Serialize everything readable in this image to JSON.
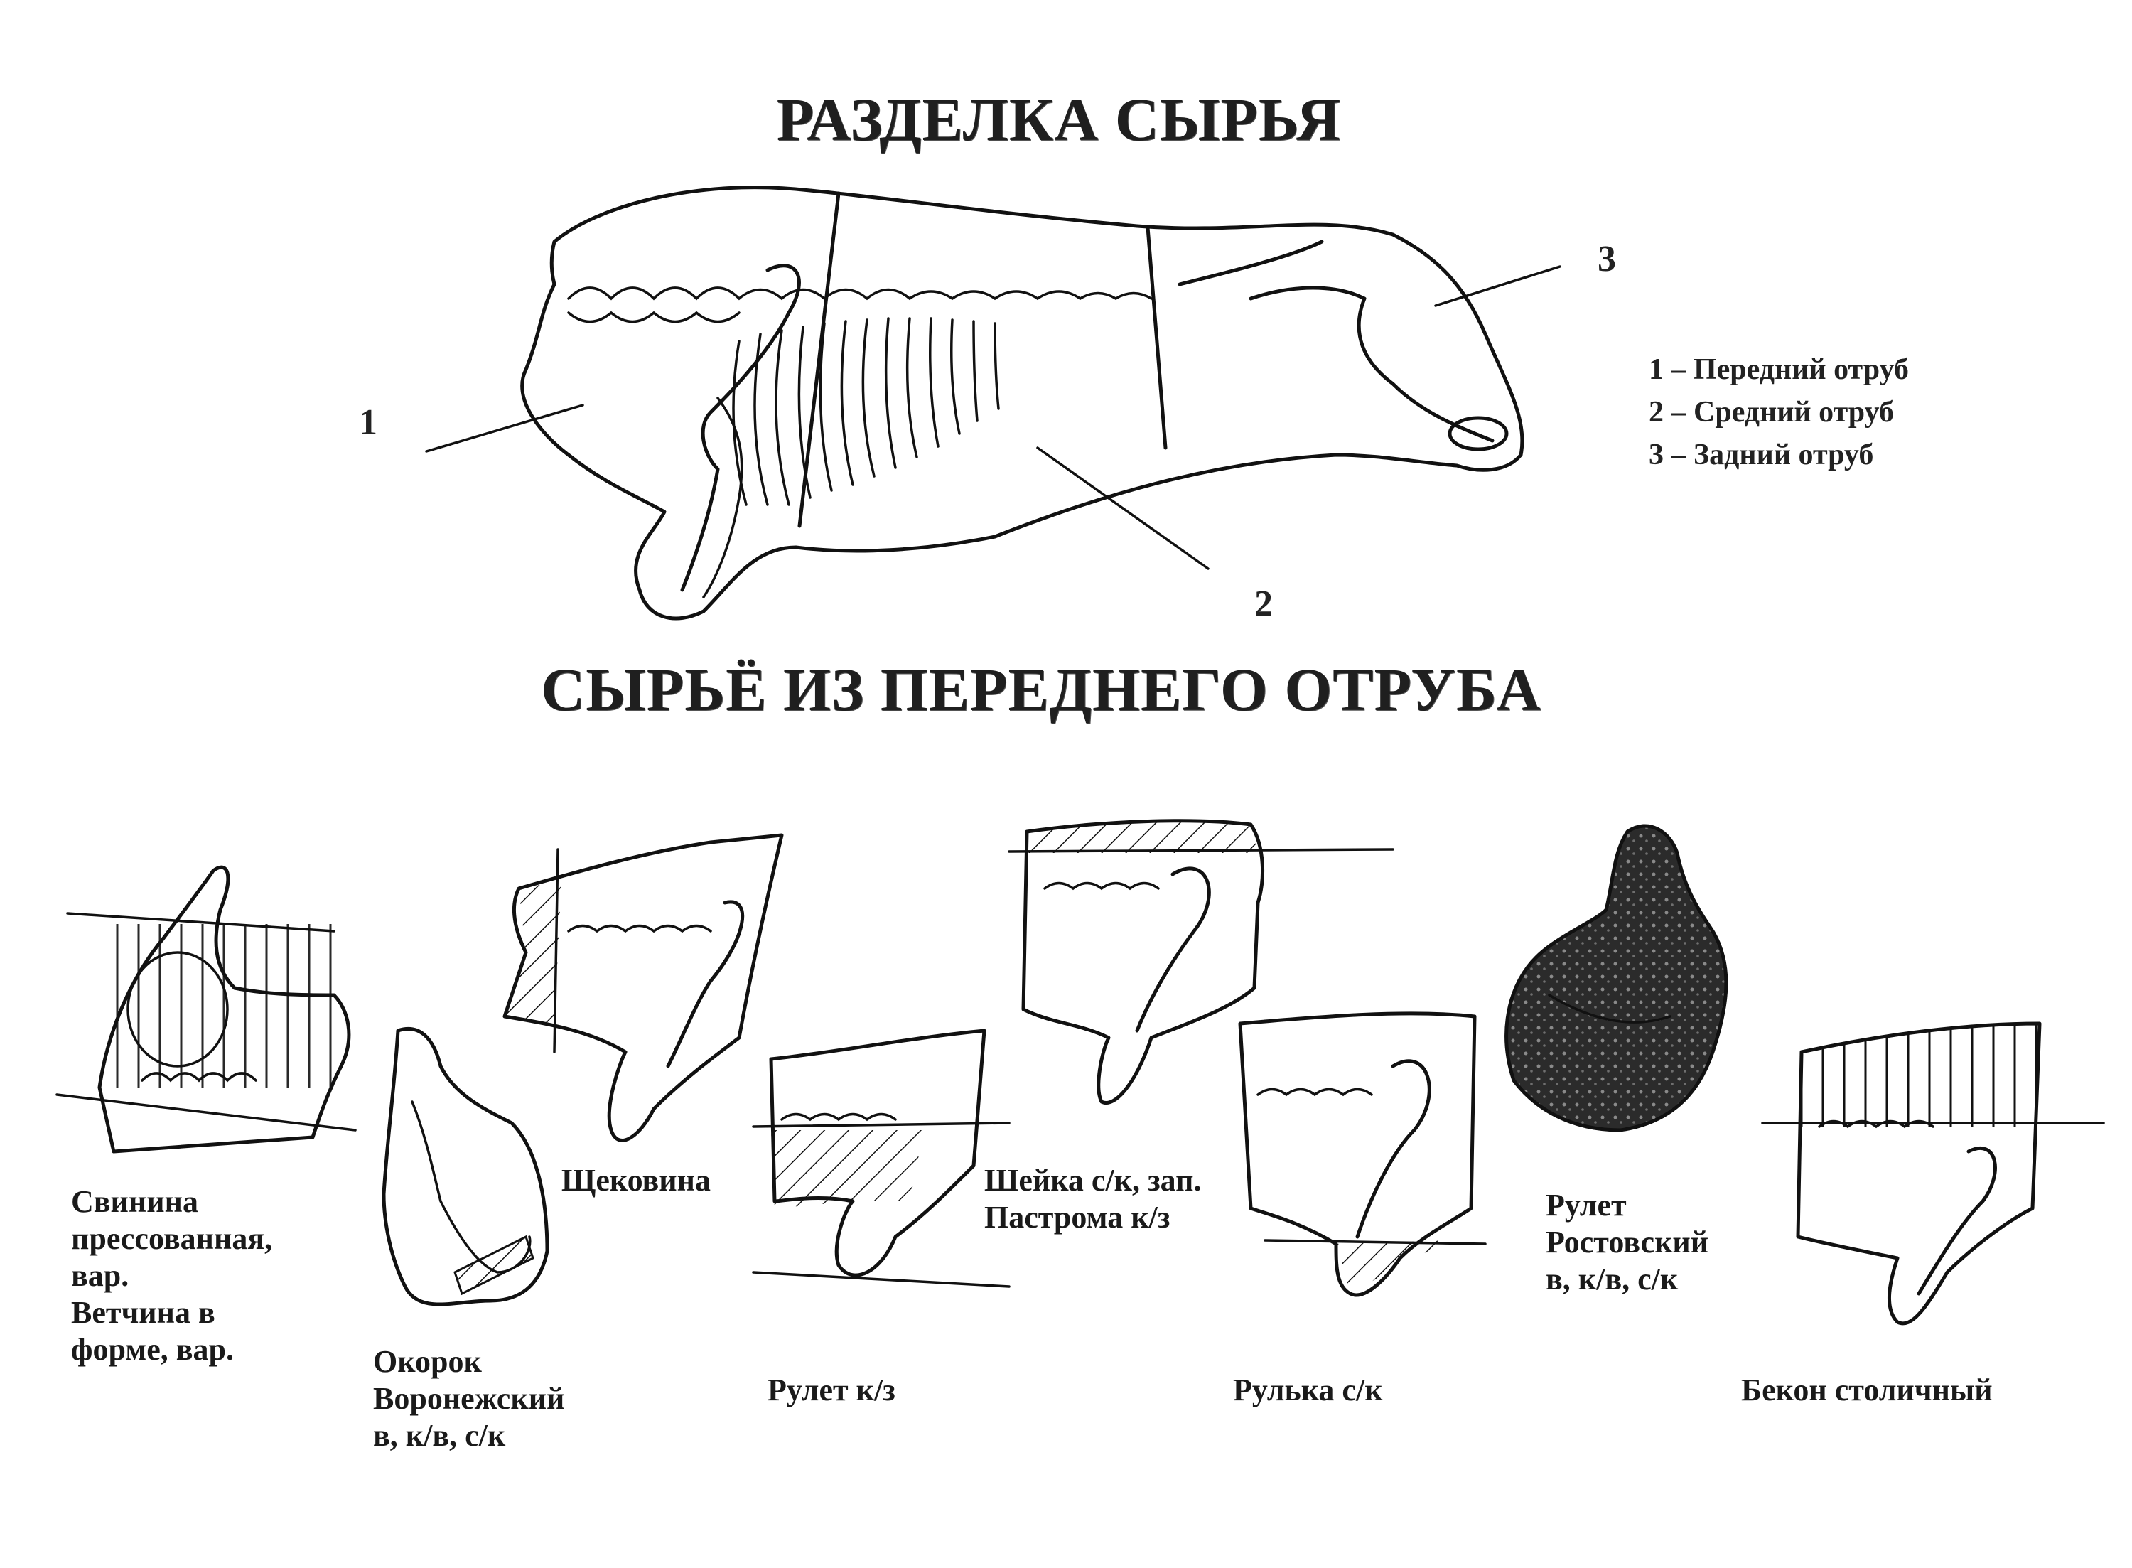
{
  "title_main": "РАЗДЕЛКА СЫРЬЯ",
  "title_sub": "СЫРЬЁ ИЗ ПЕРЕДНЕГО ОТРУБА",
  "callouts": {
    "n1": "1",
    "n2": "2",
    "n3": "3"
  },
  "legend": [
    "1 – Передний отруб",
    "2 – Средний отруб",
    "3 – Задний отруб"
  ],
  "products": [
    {
      "lines": [
        "Свинина",
        "прессованная,",
        "вар.",
        "Ветчина в",
        "форме, вар."
      ]
    },
    {
      "lines": [
        "Окорок",
        "Воронежский",
        "в, к/в, с/к"
      ]
    },
    {
      "lines": [
        "Щековина"
      ]
    },
    {
      "lines": [
        "Рулет к/з"
      ]
    },
    {
      "lines": [
        "Шейка с/к, зап.",
        "Пастрома к/з"
      ]
    },
    {
      "lines": [
        "Рулька с/к"
      ]
    },
    {
      "lines": [
        "Рулет",
        "Ростовский",
        "в, к/в, с/к"
      ]
    },
    {
      "lines": [
        "Бекон столичный"
      ]
    }
  ]
}
